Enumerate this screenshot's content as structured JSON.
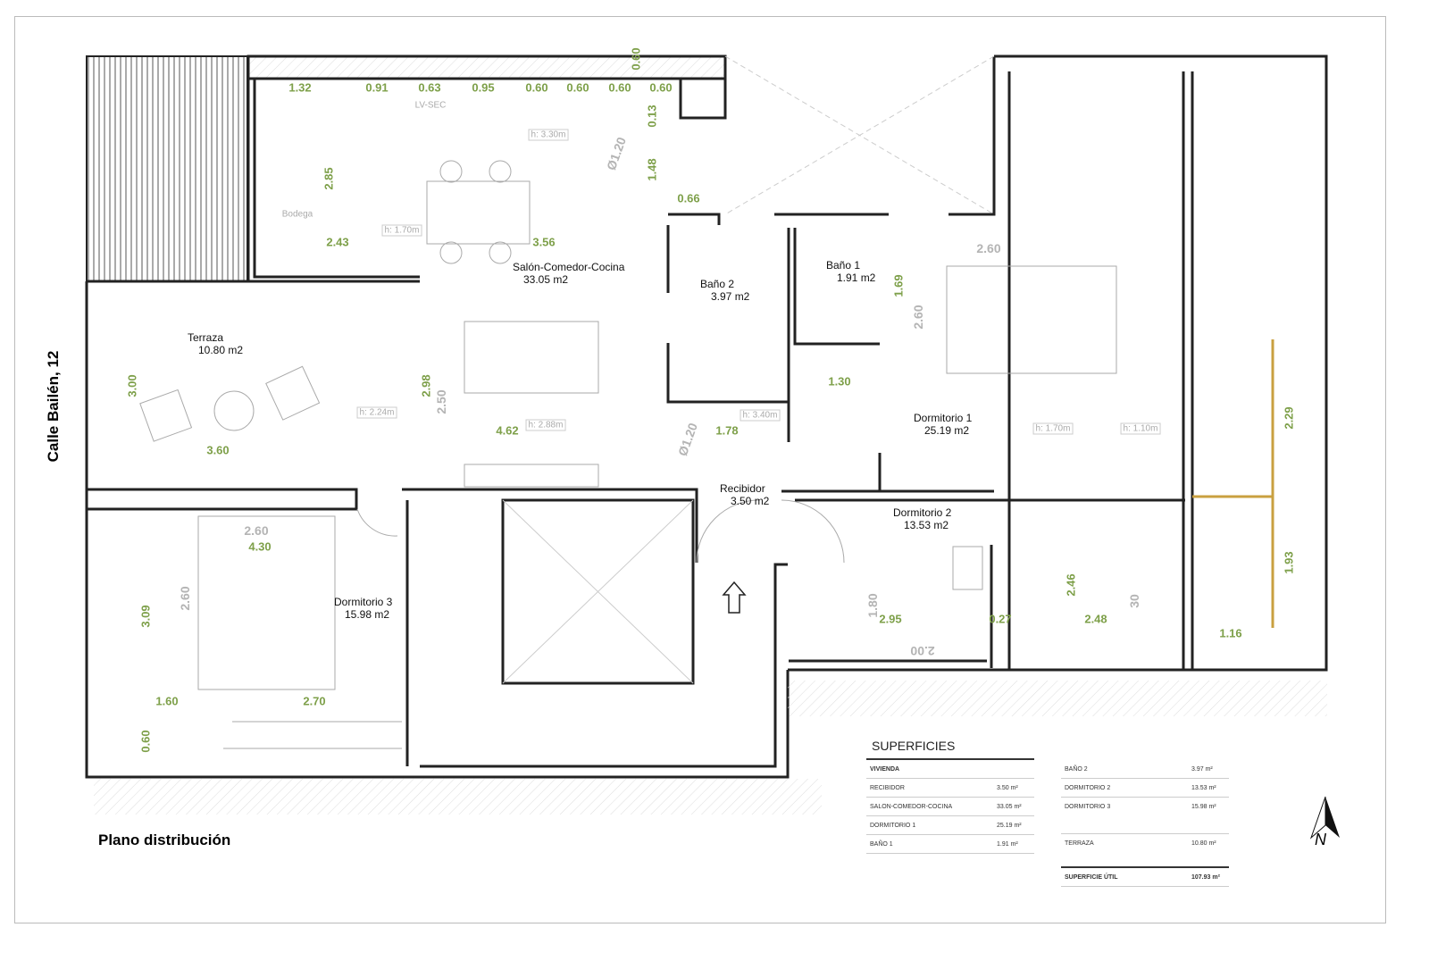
{
  "street": "Calle Bailén, 12",
  "title": "Plano distribución",
  "rooms": [
    {
      "name": "Salón-Comedor-Cocina",
      "area": "33.05 m2"
    },
    {
      "name": "Baño 2",
      "area": "3.97 m2"
    },
    {
      "name": "Baño 1",
      "area": "1.91  m2"
    },
    {
      "name": "Terraza",
      "area": "10.80 m2"
    },
    {
      "name": "Dormitorio 1",
      "area": "25.19  m2"
    },
    {
      "name": "Recibidor",
      "area": "3.50 m2"
    },
    {
      "name": "Dormitorio 2",
      "area": "13.53  m2"
    },
    {
      "name": "Dormitorio 3",
      "area": "15.98 m2"
    }
  ],
  "annotations": {
    "bodega": "Bodega",
    "lv_sec": "LV-SEC"
  },
  "dimensions": [
    "1.32",
    "0.91",
    "0.63",
    "0.95",
    "0.60",
    "0.60",
    "0.60",
    "0.60",
    "0.60",
    "0.13",
    "1.48",
    "0.66",
    "2.85",
    "2.43",
    "3.56",
    "1.69",
    "1.30",
    "2.98",
    "3.00",
    "3.60",
    "4.62",
    "1.78",
    "2.29",
    "1.93",
    "4.30",
    "3.09",
    "2.95",
    "0.27",
    "2.48",
    "2.46",
    "1.16",
    "1.60",
    "2.70",
    "0.60"
  ],
  "furniture_dimensions": [
    "2.60",
    "2.60",
    "2.50",
    "2.60",
    "2.60",
    "1.80",
    "2.00",
    "30",
    "Ø1.20",
    "Ø1.20"
  ],
  "heights": [
    "h: 3.30m",
    "h: 1.70m",
    "h: 2.24m",
    "h: 2.88m",
    "h: 3.40m",
    "h: 1.70m",
    "h: 1.10m"
  ],
  "superficies": {
    "title": "SUPERFICIES",
    "header": "VIVIENDA",
    "left": [
      {
        "name": "RECIBIDOR",
        "value": "3.50 m²"
      },
      {
        "name": "SALON-COMEDOR-COCINA",
        "value": "33.05 m²"
      },
      {
        "name": "DORMITORIO 1",
        "value": "25.19 m²"
      },
      {
        "name": "BAÑO 1",
        "value": "1.91 m²"
      }
    ],
    "right": [
      {
        "name": "BAÑO 2",
        "value": "3.97 m²"
      },
      {
        "name": "DORMITORIO 2",
        "value": "13.53 m²"
      },
      {
        "name": "DORMITORIO 3",
        "value": "15.98 m²"
      },
      {
        "name": "",
        "value": ""
      },
      {
        "name": "TERRAZA",
        "value": "10.80 m²"
      }
    ],
    "total": {
      "name": "SUPERFICIE ÚTIL",
      "value": "107.93 m²"
    }
  },
  "north_label": "N",
  "colors": {
    "dimension": "#7ea04a",
    "wall": "#222222",
    "furniture": "#b4b4b4"
  }
}
